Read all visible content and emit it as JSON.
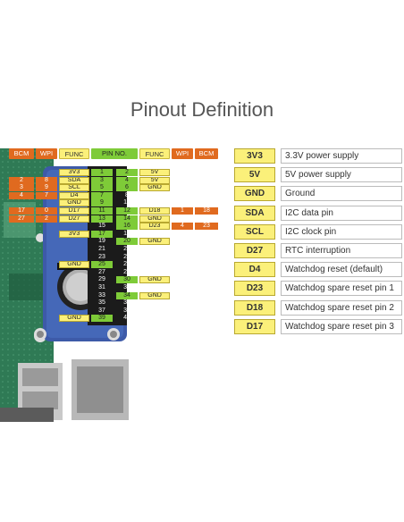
{
  "title": "Pinout Definition",
  "header_labels": {
    "bcm": "BCM",
    "wpi": "WPI",
    "func": "FUNC",
    "pin_no": "PIN NO."
  },
  "pins_left": [
    {
      "pin": "1",
      "func": "3V3"
    },
    {
      "pin": "3",
      "func": "SDA",
      "wpi": "8",
      "bcm": "2"
    },
    {
      "pin": "5",
      "func": "SCL",
      "wpi": "9",
      "bcm": "3"
    },
    {
      "pin": "7",
      "func": "D4",
      "wpi": "7",
      "bcm": "4"
    },
    {
      "pin": "9",
      "func": "GND"
    },
    {
      "pin": "11",
      "func": "D17",
      "wpi": "0",
      "bcm": "17"
    },
    {
      "pin": "13",
      "func": "D27",
      "wpi": "2",
      "bcm": "27"
    },
    {
      "pin": "15"
    },
    {
      "pin": "17",
      "func": "3V3"
    },
    {
      "pin": "19"
    },
    {
      "pin": "21"
    },
    {
      "pin": "23"
    },
    {
      "pin": "25",
      "func": "GND"
    },
    {
      "pin": "27"
    },
    {
      "pin": "29"
    },
    {
      "pin": "31"
    },
    {
      "pin": "33"
    },
    {
      "pin": "35"
    },
    {
      "pin": "37"
    },
    {
      "pin": "39",
      "func": "GND"
    }
  ],
  "pins_right": [
    {
      "pin": "2",
      "func": "5V"
    },
    {
      "pin": "4",
      "func": "5V"
    },
    {
      "pin": "6",
      "func": "GND"
    },
    {
      "pin": "8"
    },
    {
      "pin": "10"
    },
    {
      "pin": "12",
      "func": "D18",
      "wpi": "1",
      "bcm": "18"
    },
    {
      "pin": "14",
      "func": "GND"
    },
    {
      "pin": "16",
      "func": "D23",
      "wpi": "4",
      "bcm": "23"
    },
    {
      "pin": "18"
    },
    {
      "pin": "20",
      "func": "GND"
    },
    {
      "pin": "22"
    },
    {
      "pin": "24"
    },
    {
      "pin": "26"
    },
    {
      "pin": "28"
    },
    {
      "pin": "30",
      "func": "GND"
    },
    {
      "pin": "32"
    },
    {
      "pin": "34",
      "func": "GND"
    },
    {
      "pin": "36"
    },
    {
      "pin": "38"
    },
    {
      "pin": "40"
    }
  ],
  "legend": [
    {
      "label": "3V3",
      "desc": "3.3V power supply"
    },
    {
      "label": "5V",
      "desc": "5V power supply"
    },
    {
      "label": "GND",
      "desc": "Ground"
    },
    {
      "label": "SDA",
      "desc": "I2C data pin"
    },
    {
      "label": "SCL",
      "desc": "I2C clock pin"
    },
    {
      "label": "D27",
      "desc": "RTC interruption"
    },
    {
      "label": "D4",
      "desc": "Watchdog reset (default)"
    },
    {
      "label": "D23",
      "desc": "Watchdog spare reset pin 1"
    },
    {
      "label": "D18",
      "desc": "Watchdog spare reset pin 2"
    },
    {
      "label": "D17",
      "desc": "Watchdog spare reset pin 3"
    }
  ],
  "colors": {
    "bcm_wpi": "#e06a1f",
    "func": "#fbf07a",
    "pin": "#7ecb38",
    "board": "#2e7d5a",
    "hat": "#3d5aa8"
  }
}
